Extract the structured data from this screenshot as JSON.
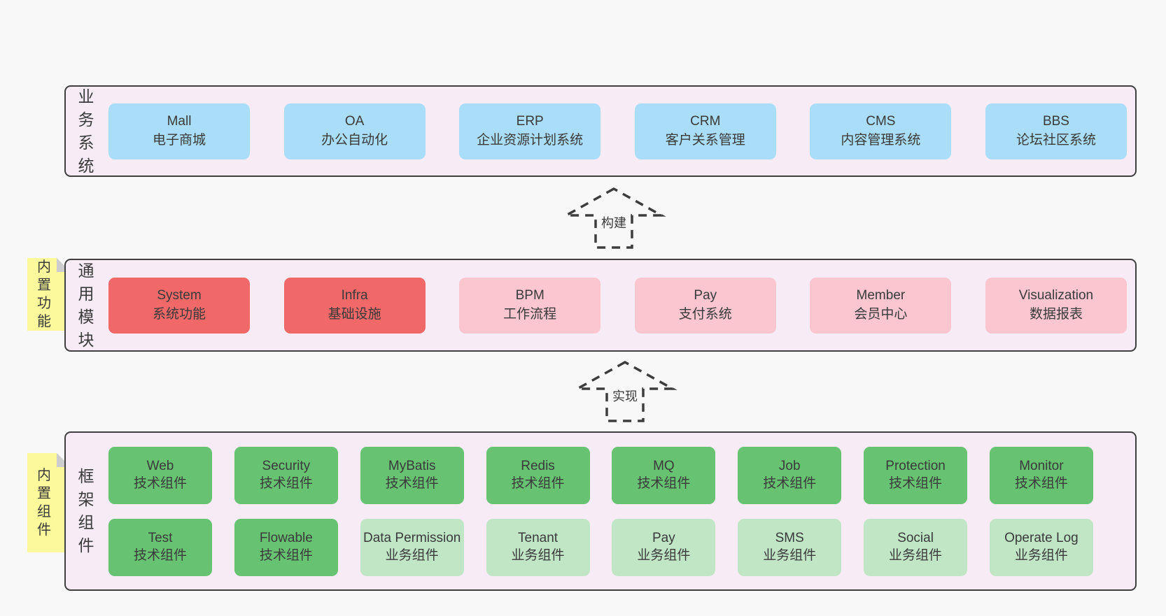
{
  "palette": {
    "page_bg": "#f8f8f8",
    "panel_bg": "#f7ecf5",
    "panel_border": "#3f3f3f",
    "blue": "#aaddf7",
    "red": "#f16868",
    "pink": "#fbc6d0",
    "green": "#67c272",
    "light_green": "#c0e6c6",
    "note_yellow": "#fbf99c",
    "note_fold": "#cdcdcd",
    "text": "#3a3a3a",
    "arrow": "#3d3d3d"
  },
  "layers": [
    {
      "id": "business-systems",
      "label": "业务系统",
      "rows": [
        [
          {
            "en": "Mall",
            "zh": "电子商城",
            "variant": "blue"
          },
          {
            "en": "OA",
            "zh": "办公自动化",
            "variant": "blue"
          },
          {
            "en": "ERP",
            "zh": "企业资源计划系统",
            "variant": "blue"
          },
          {
            "en": "CRM",
            "zh": "客户关系管理",
            "variant": "blue"
          },
          {
            "en": "CMS",
            "zh": "内容管理系统",
            "variant": "blue"
          },
          {
            "en": "BBS",
            "zh": "论坛社区系统",
            "variant": "blue"
          }
        ]
      ]
    },
    {
      "id": "common-modules",
      "label": "通用模块",
      "note": "内置功能",
      "rows": [
        [
          {
            "en": "System",
            "zh": "系统功能",
            "variant": "red"
          },
          {
            "en": "Infra",
            "zh": "基础设施",
            "variant": "red"
          },
          {
            "en": "BPM",
            "zh": "工作流程",
            "variant": "pink"
          },
          {
            "en": "Pay",
            "zh": "支付系统",
            "variant": "pink"
          },
          {
            "en": "Member",
            "zh": "会员中心",
            "variant": "pink"
          },
          {
            "en": "Visualization",
            "zh": "数据报表",
            "variant": "pink"
          }
        ]
      ]
    },
    {
      "id": "framework-components",
      "label": "框架组件",
      "note": "内置组件",
      "rows": [
        [
          {
            "en": "Web",
            "zh": "技术组件",
            "variant": "green"
          },
          {
            "en": "Security",
            "zh": "技术组件",
            "variant": "green"
          },
          {
            "en": "MyBatis",
            "zh": "技术组件",
            "variant": "green"
          },
          {
            "en": "Redis",
            "zh": "技术组件",
            "variant": "green"
          },
          {
            "en": "MQ",
            "zh": "技术组件",
            "variant": "green"
          },
          {
            "en": "Job",
            "zh": "技术组件",
            "variant": "green"
          },
          {
            "en": "Protection",
            "zh": "技术组件",
            "variant": "green"
          },
          {
            "en": "Monitor",
            "zh": "技术组件",
            "variant": "green"
          }
        ],
        [
          {
            "en": "Test",
            "zh": "技术组件",
            "variant": "green"
          },
          {
            "en": "Flowable",
            "zh": "技术组件",
            "variant": "green"
          },
          {
            "en": "Data Permission",
            "zh": "业务组件",
            "variant": "lightgreen"
          },
          {
            "en": "Tenant",
            "zh": "业务组件",
            "variant": "lightgreen"
          },
          {
            "en": "Pay",
            "zh": "业务组件",
            "variant": "lightgreen"
          },
          {
            "en": "SMS",
            "zh": "业务组件",
            "variant": "lightgreen"
          },
          {
            "en": "Social",
            "zh": "业务组件",
            "variant": "lightgreen"
          },
          {
            "en": "Operate Log",
            "zh": "业务组件",
            "variant": "lightgreen"
          }
        ]
      ]
    }
  ],
  "arrows": [
    {
      "label": "构建"
    },
    {
      "label": "实现"
    }
  ]
}
